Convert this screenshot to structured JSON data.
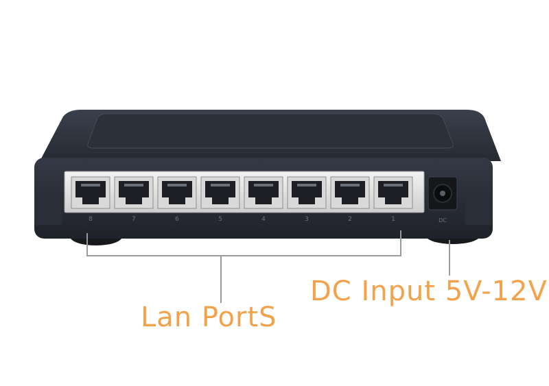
{
  "image": {
    "subject": "8-port network switch, rear view",
    "colors": {
      "housing": "#2f3440",
      "housing_highlight": "#4a5160",
      "port_panel": "#e6e6e6",
      "port_socket": "#1d1f24",
      "leader_line": "#9a9a9a",
      "label_text": "#f2a24a"
    }
  },
  "ports": [
    {
      "label": "8"
    },
    {
      "label": "7"
    },
    {
      "label": "6"
    },
    {
      "label": "5"
    },
    {
      "label": "4"
    },
    {
      "label": "3"
    },
    {
      "label": "2"
    },
    {
      "label": "1"
    }
  ],
  "power_jack_label": "DC",
  "callouts": {
    "lan_ports": "Lan PortS",
    "dc_input": "DC Input 5V-12V"
  }
}
